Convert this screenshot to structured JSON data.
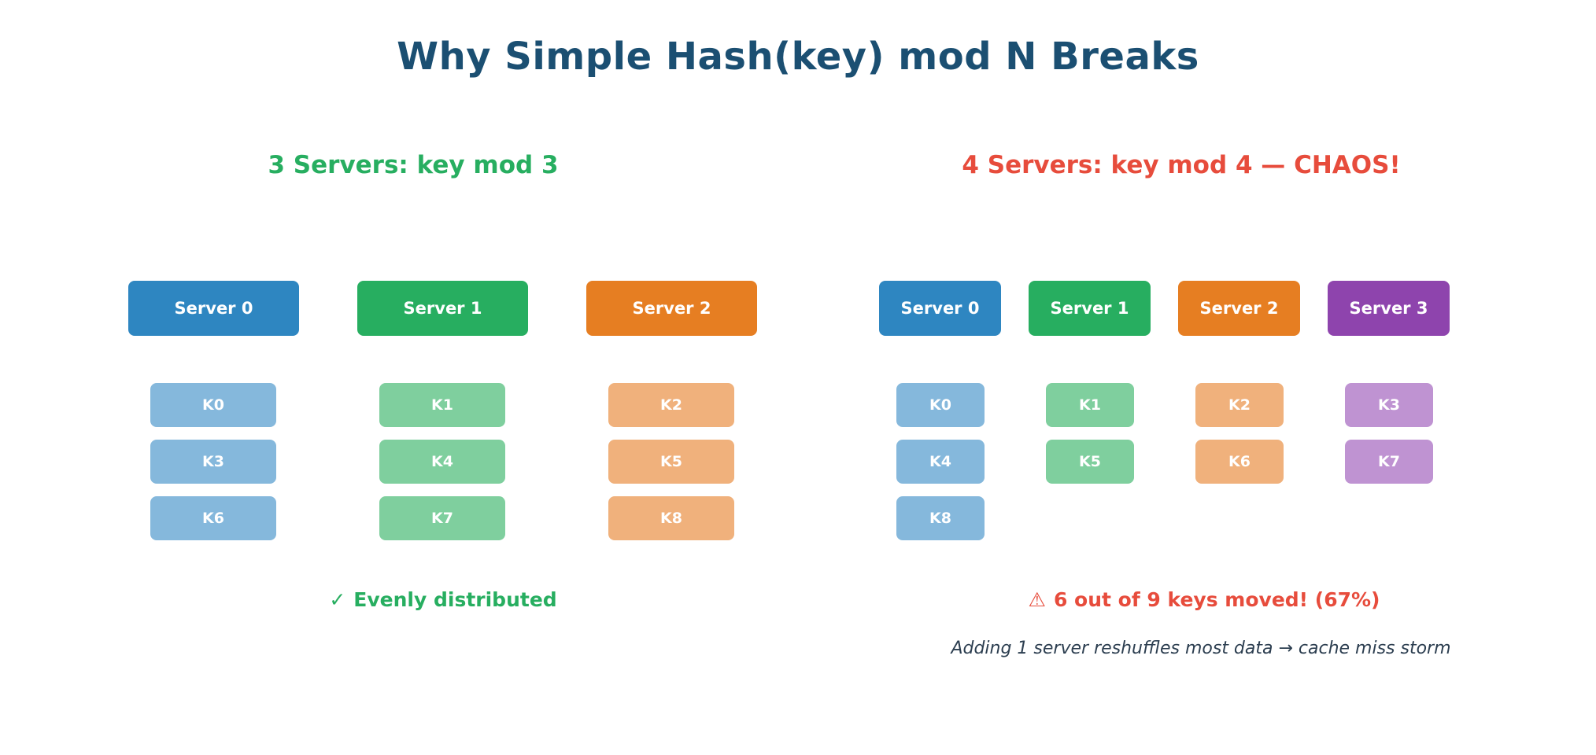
{
  "title": {
    "text": "Why Simple Hash(key) mod N Breaks",
    "color": "#1b4f72"
  },
  "left_panel": {
    "heading": {
      "text": "3 Servers: key mod 3",
      "color": "#27ae60"
    },
    "columns": [
      {
        "server": {
          "label": "Server 0",
          "color": "#2e86c1"
        },
        "key_color": "#85b8dc",
        "keys": [
          "K0",
          "K3",
          "K6"
        ]
      },
      {
        "server": {
          "label": "Server 1",
          "color": "#27ae60"
        },
        "key_color": "#7fcf9e",
        "keys": [
          "K1",
          "K4",
          "K7"
        ]
      },
      {
        "server": {
          "label": "Server 2",
          "color": "#e67e22"
        },
        "key_color": "#f0b17c",
        "keys": [
          "K2",
          "K5",
          "K8"
        ]
      }
    ],
    "footer": {
      "icon": "✓",
      "text": "Evenly distributed",
      "color": "#27ae60"
    }
  },
  "right_panel": {
    "heading": {
      "text": "4 Servers: key mod 4 — CHAOS!",
      "color": "#e74c3c"
    },
    "columns": [
      {
        "server": {
          "label": "Server 0",
          "color": "#2e86c1"
        },
        "key_color": "#85b8dc",
        "keys": [
          "K0",
          "K4",
          "K8"
        ]
      },
      {
        "server": {
          "label": "Server 1",
          "color": "#27ae60"
        },
        "key_color": "#7fcf9e",
        "keys": [
          "K1",
          "K5"
        ]
      },
      {
        "server": {
          "label": "Server 2",
          "color": "#e67e22"
        },
        "key_color": "#f0b17c",
        "keys": [
          "K2",
          "K6"
        ]
      },
      {
        "server": {
          "label": "Server 3",
          "color": "#8e44ad"
        },
        "key_color": "#bf93d2",
        "keys": [
          "K3",
          "K7"
        ]
      }
    ],
    "footer": {
      "icon": "⚠",
      "text": "6 out of 9 keys moved! (67%)",
      "color": "#e74c3c"
    },
    "note": "Adding 1 server reshuffles most data → cache miss storm"
  }
}
